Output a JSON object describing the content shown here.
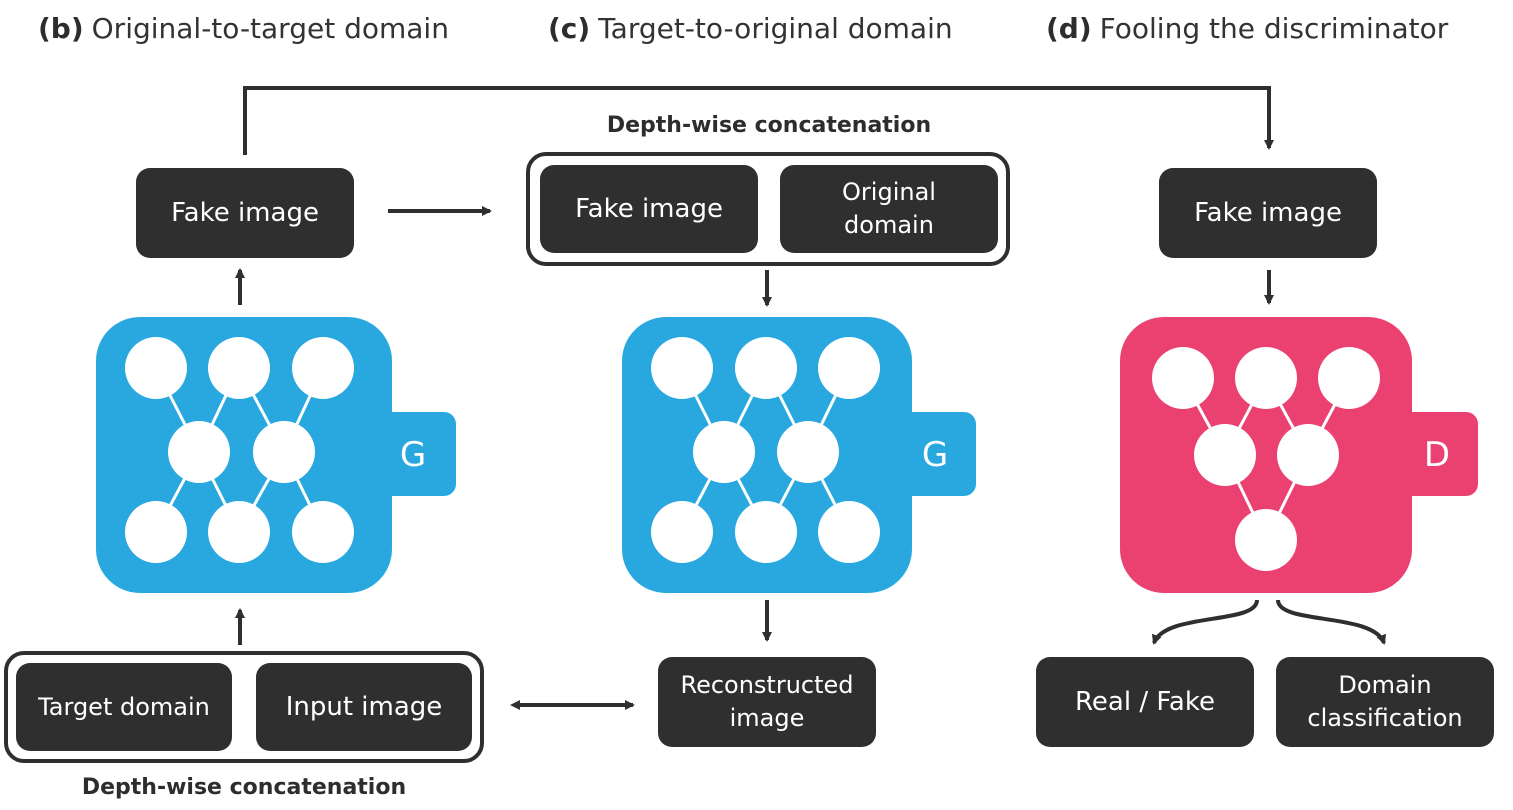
{
  "panels": {
    "b": {
      "letter": "(b)",
      "title": "Original-to-target domain"
    },
    "c": {
      "letter": "(c)",
      "title": "Target-to-original domain"
    },
    "d": {
      "letter": "(d)",
      "title": "Fooling the discriminator"
    }
  },
  "panel_b": {
    "fake_image": "Fake image",
    "generator_label": "G",
    "target_domain": "Target domain",
    "input_image": "Input image",
    "concat_caption": "Depth-wise concatenation"
  },
  "panel_c": {
    "concat_caption": "Depth-wise concatenation",
    "fake_image": "Fake image",
    "original_domain_line1": "Original",
    "original_domain_line2": "domain",
    "generator_label": "G",
    "reconstructed_line1": "Reconstructed",
    "reconstructed_line2": "image"
  },
  "panel_d": {
    "fake_image": "Fake image",
    "discriminator_label": "D",
    "real_fake": "Real / Fake",
    "domain_class_line1": "Domain",
    "domain_class_line2": "classification"
  },
  "colors": {
    "generator": "#29a8e0",
    "discriminator": "#eb4170",
    "box": "#2f2f2f",
    "arrow": "#2f2f2f"
  }
}
